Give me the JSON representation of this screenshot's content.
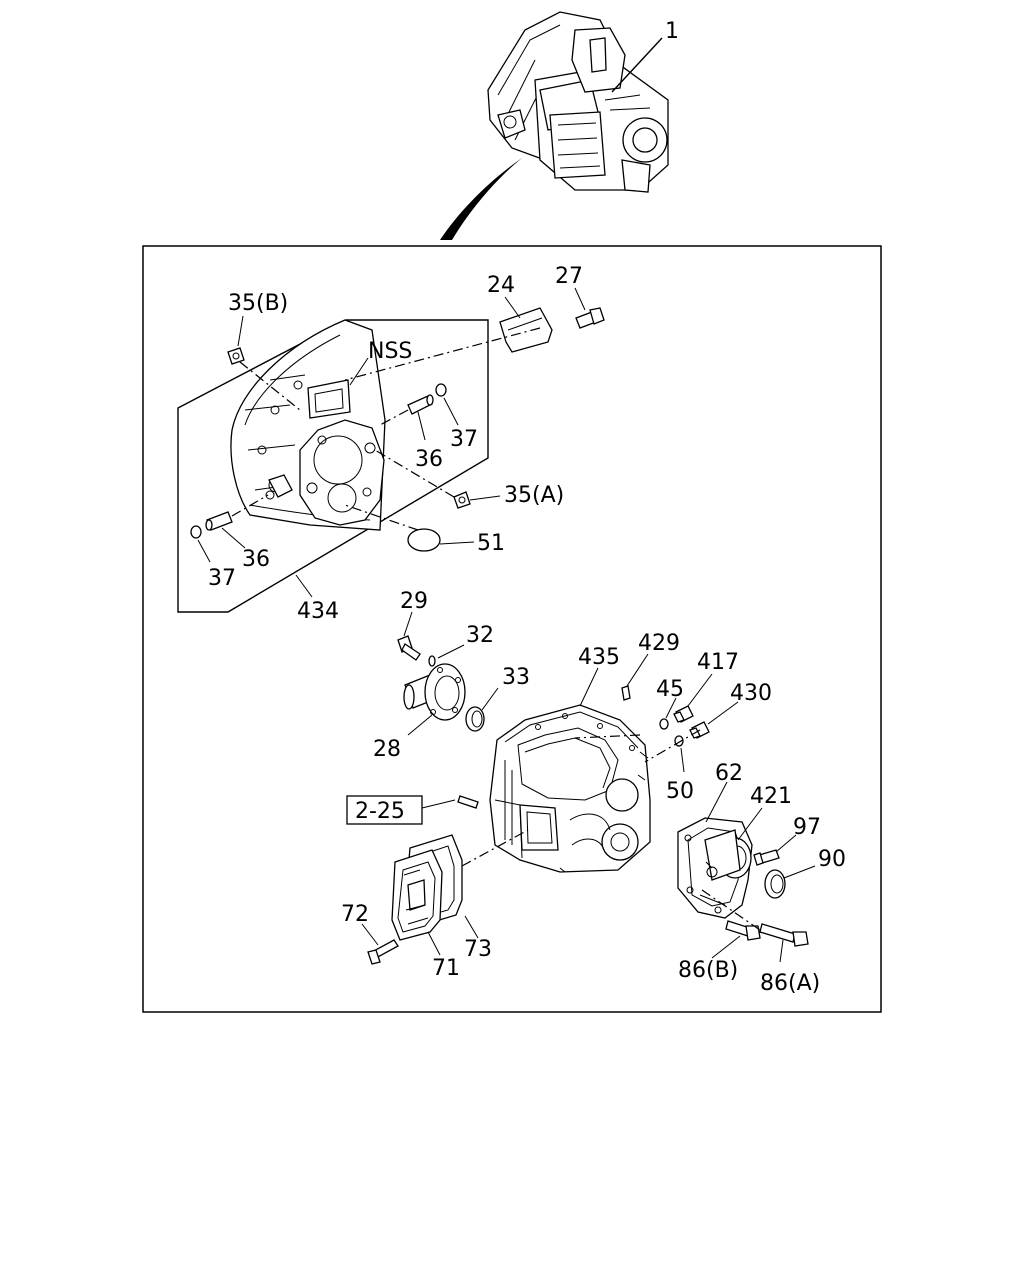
{
  "labels": {
    "l1": "1",
    "l24": "24",
    "l27": "27",
    "l35b": "35(B)",
    "nss": "NSS",
    "l37a": "37",
    "l36a": "36",
    "l35a": "35(A)",
    "l51": "51",
    "l36b": "36",
    "l37b": "37",
    "l434": "434",
    "l29": "29",
    "l32": "32",
    "l33": "33",
    "l28": "28",
    "l435": "435",
    "l429": "429",
    "l45": "45",
    "l417": "417",
    "l430": "430",
    "l50": "50",
    "l62": "62",
    "l421": "421",
    "l97": "97",
    "l90": "90",
    "ref": "2-25",
    "l72": "72",
    "l71": "71",
    "l73": "73",
    "l86b": "86(B)",
    "l86a": "86(A)"
  }
}
